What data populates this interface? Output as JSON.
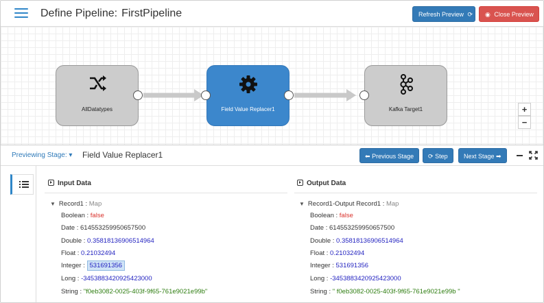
{
  "header": {
    "title_prefix": "Define Pipeline:",
    "pipeline_name": "FirstPipeline",
    "refresh_label": "Refresh Preview",
    "close_label": "Close Preview"
  },
  "canvas": {
    "nodes": [
      {
        "label": "AllDatatypes",
        "icon": "shuffle-icon"
      },
      {
        "label": "Field Value Replacer1",
        "icon": "gear-icon"
      },
      {
        "label": "Kafka Target1",
        "icon": "kafka-icon"
      }
    ],
    "zoom_in": "+",
    "zoom_out": "−"
  },
  "preview_bar": {
    "stage_dropdown": "Previewing Stage: ▾",
    "stage_name": "Field Value Replacer1",
    "prev_label": "Previous Stage",
    "step_label": "Step",
    "next_label": "Next Stage"
  },
  "input": {
    "title": "Input Data",
    "record_name": "Record1 :",
    "record_type": "Map",
    "fields": [
      {
        "key": "Boolean :",
        "value": "false",
        "kind": "bool"
      },
      {
        "key": "Date :",
        "value": "614553259950657500",
        "kind": "date"
      },
      {
        "key": "Double :",
        "value": "0.35818136906514964",
        "kind": "num"
      },
      {
        "key": "Float :",
        "value": "0.21032494",
        "kind": "num"
      },
      {
        "key": "Integer :",
        "value": "531691356",
        "kind": "num"
      },
      {
        "key": "Long :",
        "value": "-3453883420925423000",
        "kind": "num"
      },
      {
        "key": "String :",
        "value": "\"f0eb3082-0025-403f-9f65-761e9021e99b\"",
        "kind": "str"
      }
    ]
  },
  "output": {
    "title": "Output Data",
    "record_name": "Record1-Output Record1 :",
    "record_type": "Map",
    "fields": [
      {
        "key": "Boolean :",
        "value": "false",
        "kind": "bool"
      },
      {
        "key": "Date :",
        "value": "614553259950657500",
        "kind": "date"
      },
      {
        "key": "Double :",
        "value": "0.35818136906514964",
        "kind": "num"
      },
      {
        "key": "Float :",
        "value": "0.21032494",
        "kind": "num"
      },
      {
        "key": "Integer :",
        "value": "531691356",
        "kind": "num"
      },
      {
        "key": "Long :",
        "value": "-3453883420925423000",
        "kind": "num"
      },
      {
        "key": "String :",
        "value": "\" f0eb3082-0025-403f-9f65-761e9021e99b \"",
        "kind": "str"
      }
    ]
  }
}
